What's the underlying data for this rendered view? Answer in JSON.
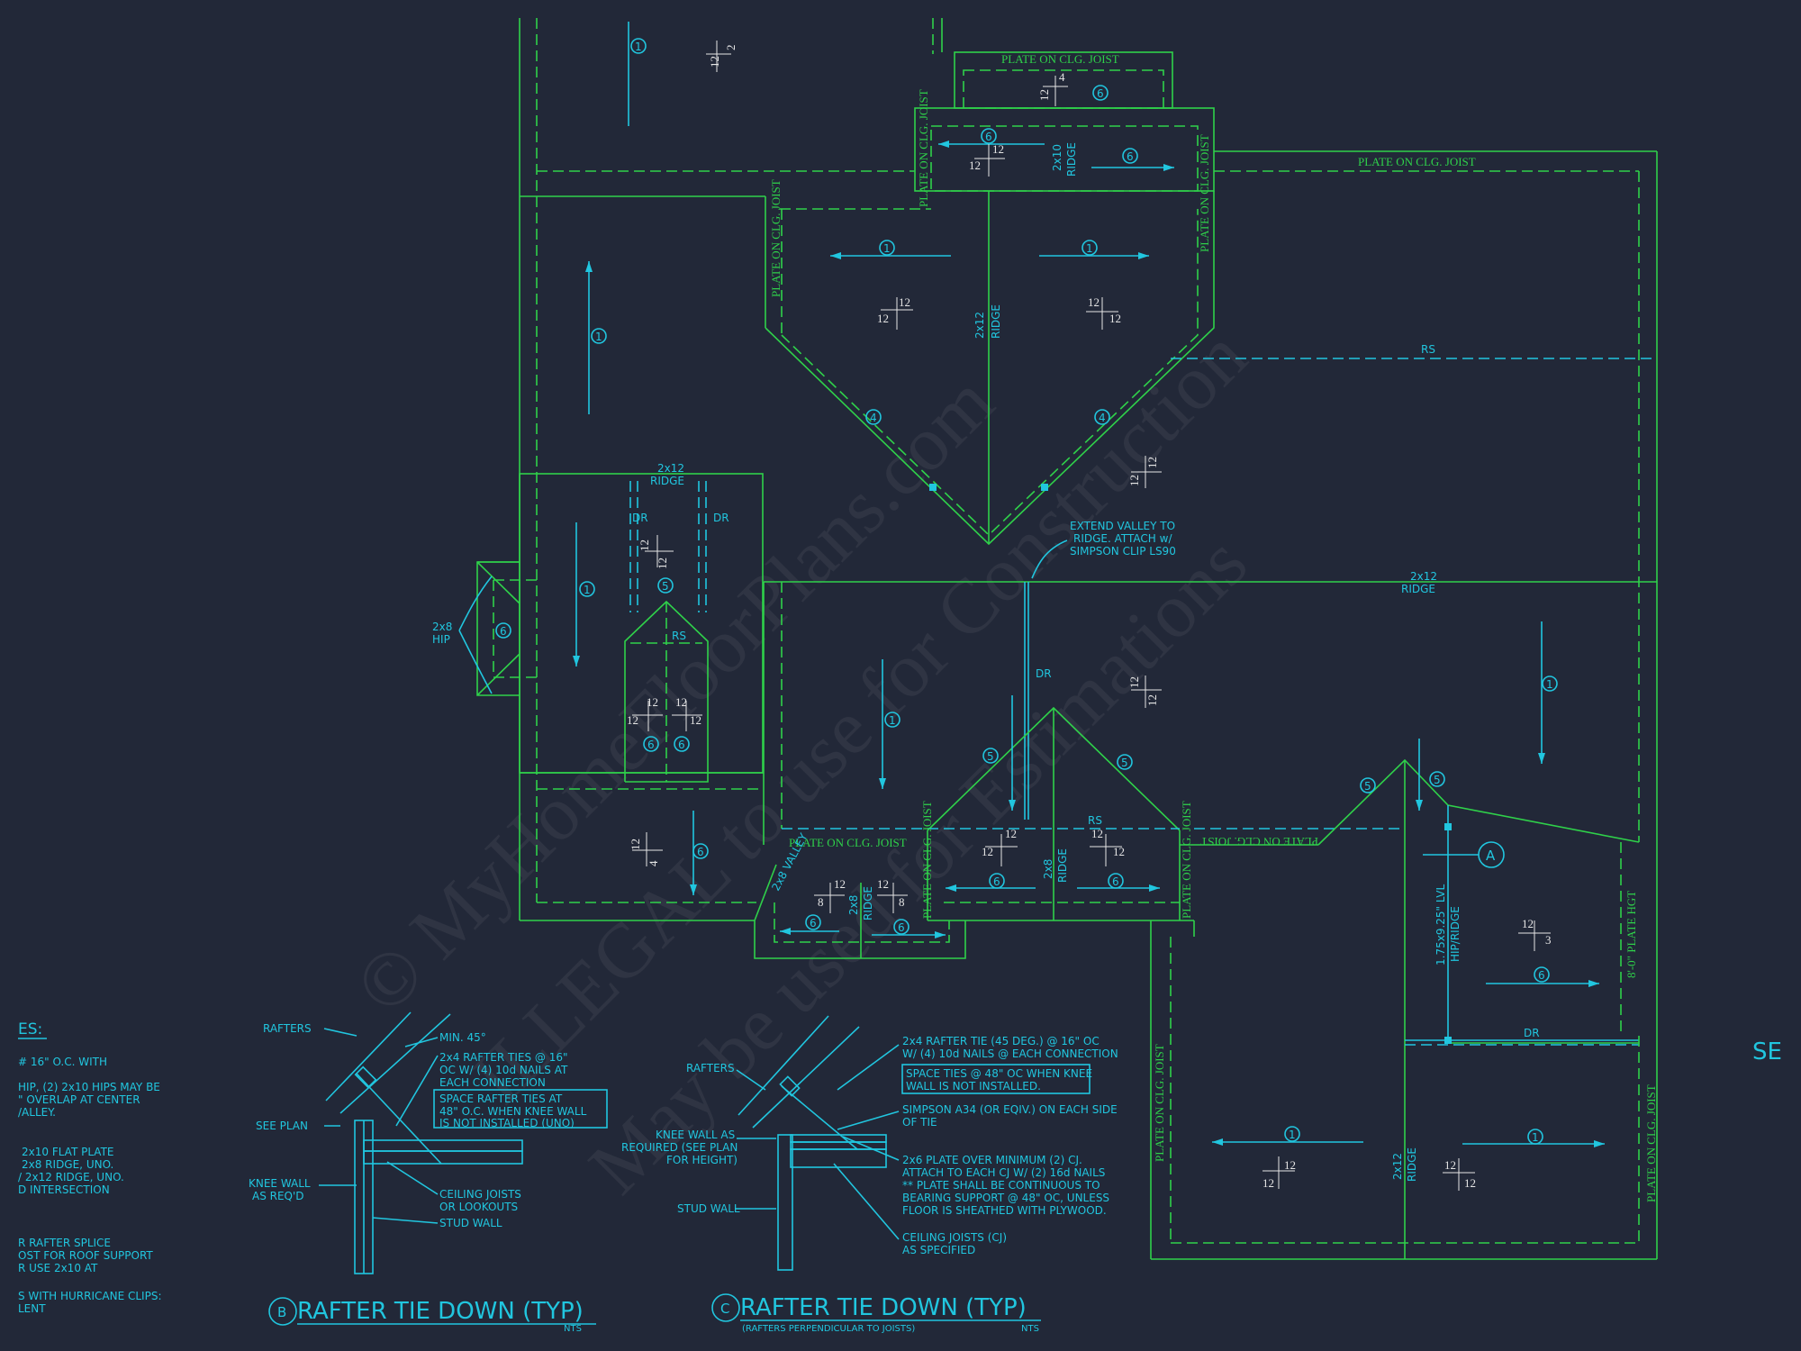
{
  "labels": {
    "plate_clg_joist": "PLATE ON CLG. JOIST",
    "ridge": "RIDGE",
    "ridge_2x12": "2x12",
    "ridge_2x10": "2x10",
    "ridge_2x8": "2x8",
    "rs": "RS",
    "dr": "DR",
    "hip_2x8_a": "2x8",
    "hip_2x8_b": "HIP",
    "valley_2x8": "2x8 VALLEY",
    "lvl_a": "1.75x9.25\" LVL",
    "lvl_b": "HIP/RIDGE",
    "plate_hgt": "8'-0\" PLATE HGT",
    "extend_valley": [
      "EXTEND VALLEY TO",
      "RIDGE.  ATTACH w/",
      "SIMPSON CLIP LS90"
    ],
    "marker_a": "A",
    "sec_partial": "SE"
  },
  "circled": {
    "c1": "1",
    "c4": "4",
    "c5": "5",
    "c6": "6"
  },
  "pitch": {
    "p12": "12",
    "p2": "2",
    "p3": "3",
    "p4": "4",
    "p8": "8"
  },
  "notes": {
    "head": "ES:",
    "lines": [
      "# 16\" O.C. WITH",
      "HIP, (2) 2x10 HIPS MAY BE",
      "\" OVERLAP AT CENTER",
      "/ALLEY.",
      "",
      "2x10 FLAT PLATE",
      "2x8 RIDGE, UNO.",
      "/ 2x12 RIDGE, UNO.",
      "D INTERSECTION",
      "",
      "",
      "R RAFTER SPLICE",
      "OST FOR ROOF SUPPORT",
      "R USE 2x10 AT",
      "",
      "S WITH HURRICANE CLIPS:",
      "LENT"
    ]
  },
  "detail_b": {
    "letter": "B",
    "title": "RAFTER TIE DOWN (TYP)",
    "scale": "NTS",
    "rafters": "RAFTERS",
    "min45": "MIN. 45°",
    "ties": [
      "2x4 RAFTER TIES @ 16\"",
      "OC W/ (4) 10d NAILS AT",
      "EACH CONNECTION"
    ],
    "space": [
      "SPACE RAFTER TIES AT",
      "48\" O.C. WHEN KNEE WALL",
      "IS NOT INSTALLED (UNO)"
    ],
    "see_plan": "SEE PLAN",
    "knee": [
      "KNEE WALL",
      "AS REQ'D"
    ],
    "ceiling": [
      "CEILING JOISTS",
      "OR LOOKOUTS"
    ],
    "stud": "STUD WALL"
  },
  "detail_c": {
    "letter": "C",
    "title": "RAFTER TIE DOWN (TYP)",
    "subtitle": "(RAFTERS PERPENDICULAR TO JOISTS)",
    "scale": "NTS",
    "rafters": "RAFTERS",
    "knee": [
      "KNEE WALL AS",
      "REQUIRED (SEE PLAN",
      "FOR HEIGHT)"
    ],
    "stud": "STUD WALL",
    "tie": [
      "2x4 RAFTER TIE (45 DEG.) @ 16\" OC",
      "W/ (4) 10d NAILS @ EACH CONNECTION"
    ],
    "space": [
      "SPACE TIES @ 48\" OC WHEN KNEE",
      "WALL IS NOT INSTALLED."
    ],
    "simpson": [
      "SIMPSON A34 (OR EQIV.) ON EACH SIDE",
      "OF TIE"
    ],
    "plate": [
      "2x6 PLATE OVER MINIMUM (2) CJ.",
      "ATTACH TO EACH CJ W/ (2) 16d NAILS",
      "** PLATE SHALL BE CONTINUOUS TO",
      "BEARING SUPPORT @ 48\" OC, UNLESS",
      "FLOOR IS SHEATHED WITH PLYWOOD."
    ],
    "ceiling": [
      "CEILING JOISTS (CJ)",
      "AS SPECIFIED"
    ]
  },
  "watermark": [
    "© MyHomeFloorPlans.com",
    "ILLEGAL to use for Construction",
    "May be used for Estimations"
  ],
  "colors": {
    "background": "#222838",
    "lines_green": "#2fd14a",
    "lines_cyan": "#21c6df"
  }
}
